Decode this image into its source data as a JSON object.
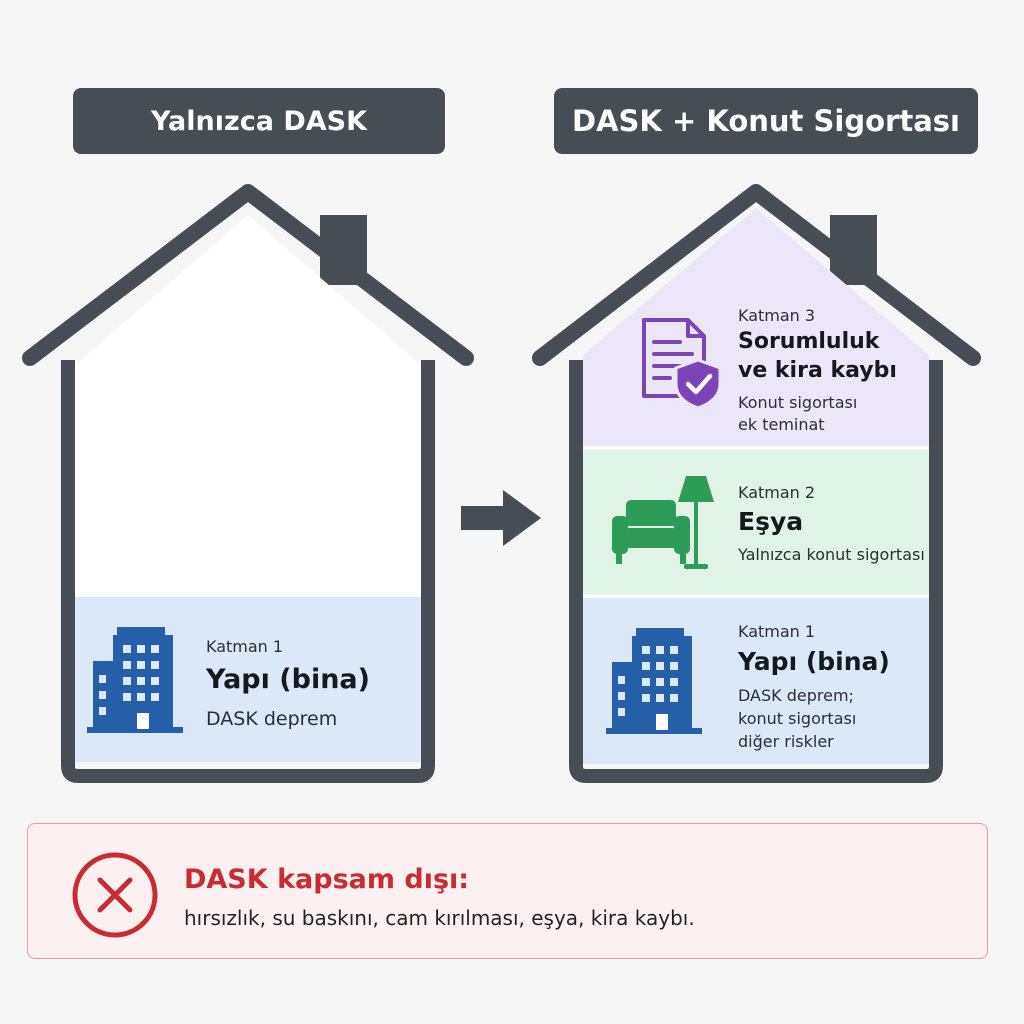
{
  "headers": {
    "left": "Yalnızca DASK",
    "right": "DASK + Konut Sigortası"
  },
  "left_house": {
    "layer1": {
      "label": "Katman 1",
      "title": "Yapı (bina)",
      "desc": "DASK deprem"
    }
  },
  "right_house": {
    "layer3": {
      "label": "Katman 3",
      "title_line1": "Sorumluluk",
      "title_line2": "ve kira kaybı",
      "desc_line1": "Konut sigortası",
      "desc_line2": "ek teminat"
    },
    "layer2": {
      "label": "Katman 2",
      "title": "Eşya",
      "desc": "Yalnızca konut sigortası"
    },
    "layer1": {
      "label": "Katman 1",
      "title": "Yapı (bina)",
      "desc_line1": "DASK deprem;",
      "desc_line2": "konut sigortası",
      "desc_line3": "diğer riskler"
    }
  },
  "notice": {
    "title": "DASK kapsam dışı:",
    "text": "hırsızlık, su baskını, cam kırılması, eşya, kira kaybı."
  },
  "colors": {
    "house_outline": "#474d55",
    "structure_layer": "#dbe8f8",
    "contents_layer": "#dff3e6",
    "liability_layer": "#ece7f8",
    "building_icon": "#245fa8",
    "sofa_icon": "#2e9b57",
    "document_icon": "#7b45b5",
    "warning_red": "#c92b30"
  },
  "icons": {
    "structure": "building-icon",
    "contents": "sofa-lamp-icon",
    "liability": "document-shield-icon",
    "arrow": "arrow-right-icon",
    "notice": "x-circle-icon"
  }
}
